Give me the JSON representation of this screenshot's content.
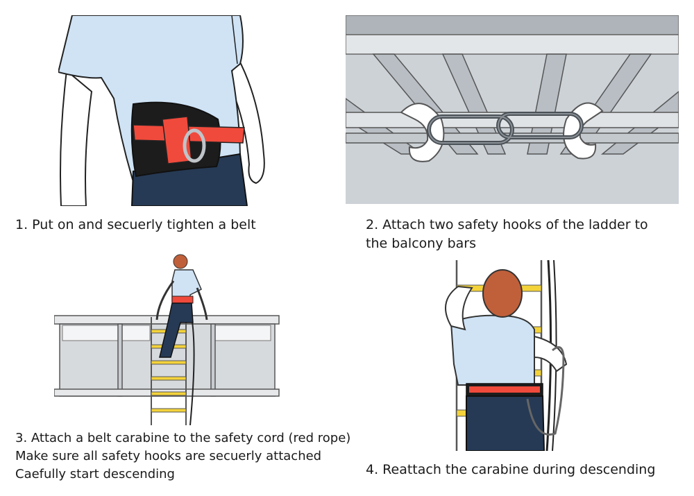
{
  "steps": [
    {
      "lines": [
        "1. Put on and secuerly tighten a belt"
      ]
    },
    {
      "lines": [
        "2. Attach two safety hooks of the ladder to",
        "the balcony bars"
      ]
    },
    {
      "lines": [
        "3. Attach a belt carabine to the safety cord (red rope)",
        "Make sure all safety hooks are secuerly attached",
        "Caefully start descending"
      ]
    },
    {
      "lines": [
        "4.  Reattach the carabine during descending"
      ]
    }
  ],
  "colors": {
    "shirt": "#cfe3f5",
    "skin": "#ffffff",
    "belt_black": "#1c1c1c",
    "belt_red": "#f04a3c",
    "pants": "#263a55",
    "metal": "#c8cdd2",
    "rung_yellow": "#f4d33a",
    "hair": "#c0603a"
  }
}
